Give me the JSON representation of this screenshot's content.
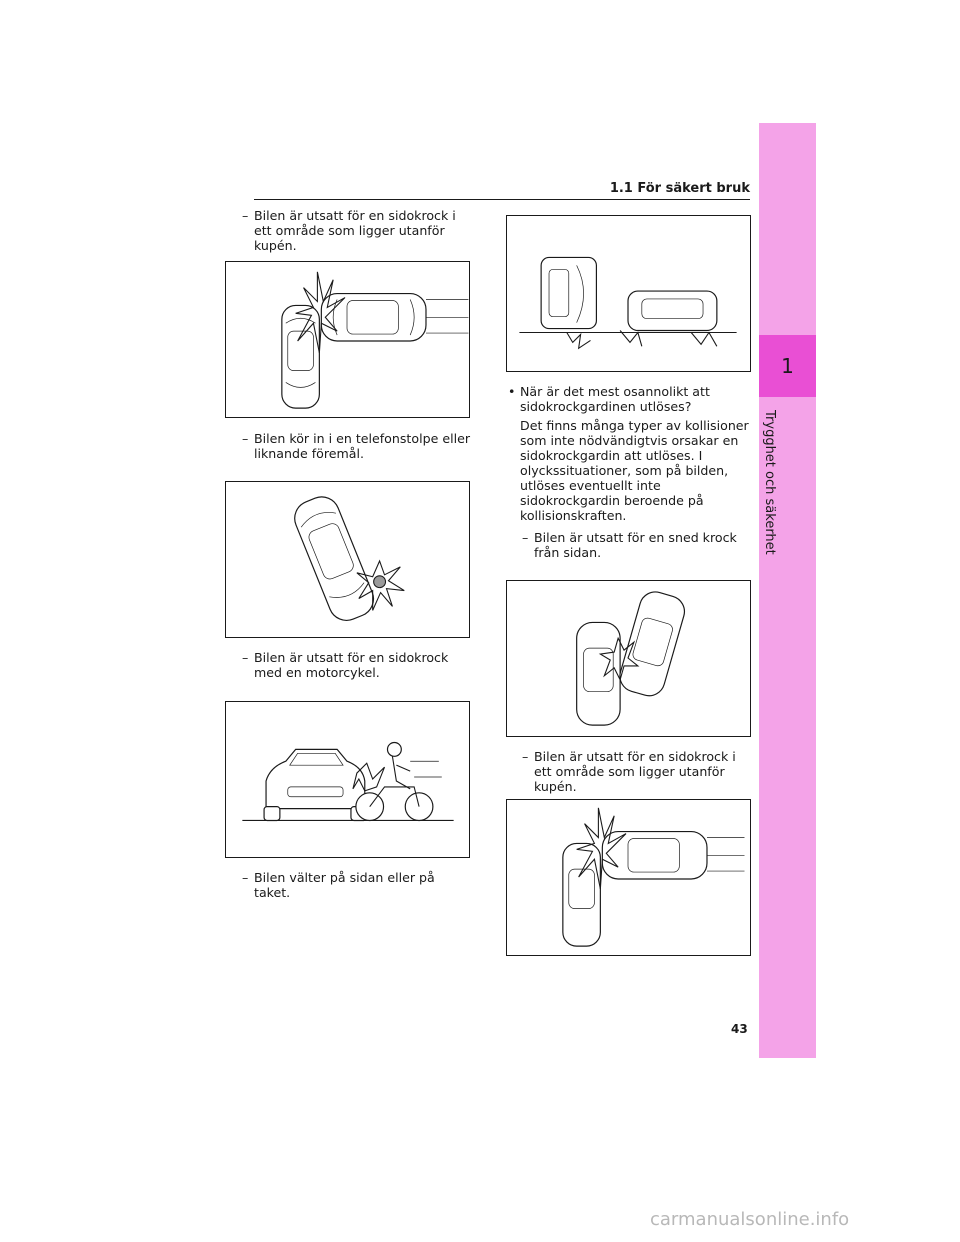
{
  "header": {
    "title": "1.1  För säkert bruk"
  },
  "side_tab": {
    "number": "1",
    "label": "Trygghet och säkerhet"
  },
  "left_column": {
    "items": [
      {
        "dash": "–",
        "text": "Bilen är utsatt för en sidokrock i ett område som ligger utanför kupén."
      },
      {
        "dash": "–",
        "text": "Bilen kör in i en telefonstolpe eller liknande föremål."
      },
      {
        "dash": "–",
        "text": "Bilen är utsatt för en sidokrock med en motorcykel."
      },
      {
        "dash": "–",
        "text": "Bilen välter på sidan eller på taket."
      }
    ]
  },
  "right_column": {
    "bullet_symbol": "•",
    "bullet_title": "När är det mest osannolikt att sidokrockgardinen utlöses?",
    "bullet_body": "Det finns många typer av kollisioner som inte nödvändigtvis orsakar en sidokrockgardin att utlöses. I olyckssituationer, som på bilden, utlöses eventuellt inte sidokrockgardin beroende på kollisionskraften.",
    "items": [
      {
        "dash": "–",
        "text": "Bilen är utsatt för en sned krock från sidan."
      },
      {
        "dash": "–",
        "text": "Bilen är utsatt för en sidokrock i ett område som ligger utanför kupén."
      }
    ]
  },
  "page_number": "43",
  "footer": "carmanualsonline.info"
}
